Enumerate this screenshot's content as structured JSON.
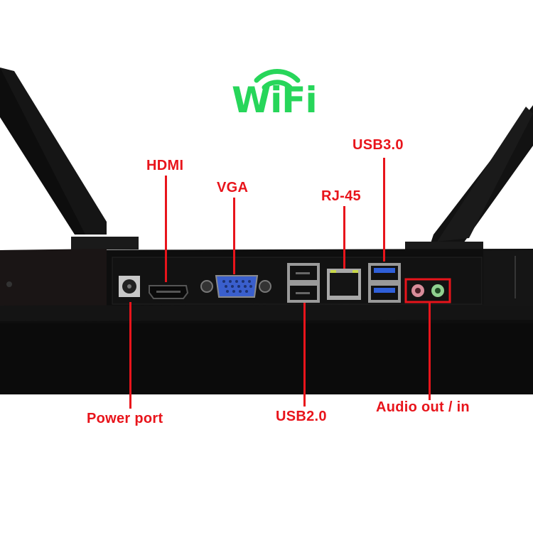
{
  "logo": {
    "text": "WiFi",
    "icon": "wifi-signal-icon",
    "color": "#27d65a"
  },
  "annotation_color": "#e8141b",
  "labels": {
    "hdmi": "HDMI",
    "vga": "VGA",
    "rj45": "RJ-45",
    "usb3": "USB3.0",
    "power": "Power port",
    "usb2": "USB2.0",
    "audio": "Audio out / in"
  },
  "ports": [
    {
      "name": "power-port",
      "type": "dc-jack"
    },
    {
      "name": "hdmi-port",
      "type": "hdmi"
    },
    {
      "name": "vga-port",
      "type": "vga",
      "color": "#3a5fcd"
    },
    {
      "name": "usb2-ports",
      "type": "usb-a",
      "count": 2
    },
    {
      "name": "rj45-port",
      "type": "ethernet"
    },
    {
      "name": "usb3-ports",
      "type": "usb-a",
      "count": 2,
      "color": "#2f5fd8"
    },
    {
      "name": "audio-out-jack",
      "color": "#d88c9a"
    },
    {
      "name": "audio-in-jack",
      "color": "#8fd08f"
    }
  ]
}
